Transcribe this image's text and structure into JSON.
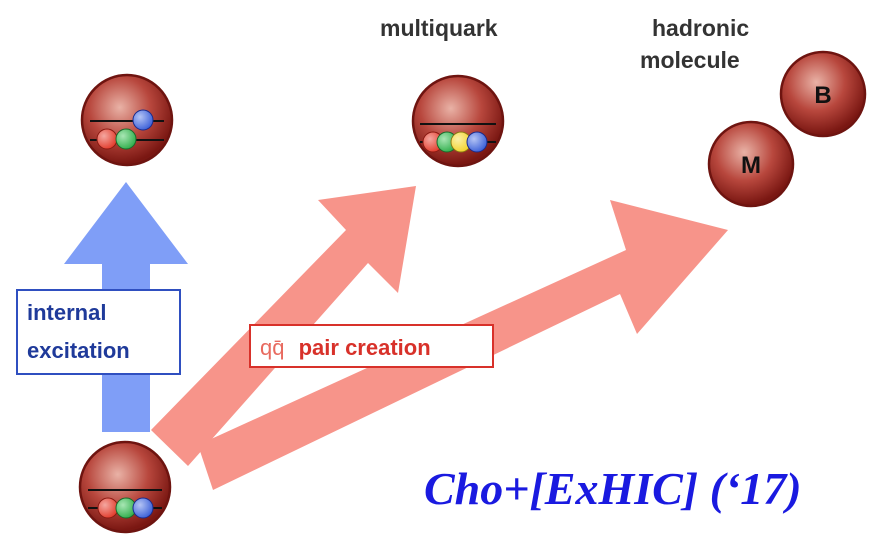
{
  "labels": {
    "multiquark": "multiquark",
    "hadronic_line1": "hadronic",
    "hadronic_line2": "molecule",
    "internal_line1": "internal",
    "internal_line2": "excitation",
    "pair_symbol": "qq̄",
    "pair_text": "pair creation",
    "meson": "M",
    "baryon": "B"
  },
  "citation": "Cho+[ExHIC] (‘17)",
  "colors": {
    "hadron": "#9e2a22",
    "hadron_light": "#e1a196",
    "hadron_edge": "#6e1410",
    "excitation_arrow": "#7f9ef7",
    "pair_arrow": "#f7948a",
    "label_blue": "#1f3a9a",
    "label_red": "#d8312a",
    "citation": "#1a1ae0",
    "quark_red": "#e23a2a",
    "quark_green": "#2fae4b",
    "quark_blue": "#3a5fd8",
    "quark_yellow": "#f2d22a"
  },
  "icons": [
    "hadron-sphere",
    "quark-ball",
    "block-arrow"
  ]
}
